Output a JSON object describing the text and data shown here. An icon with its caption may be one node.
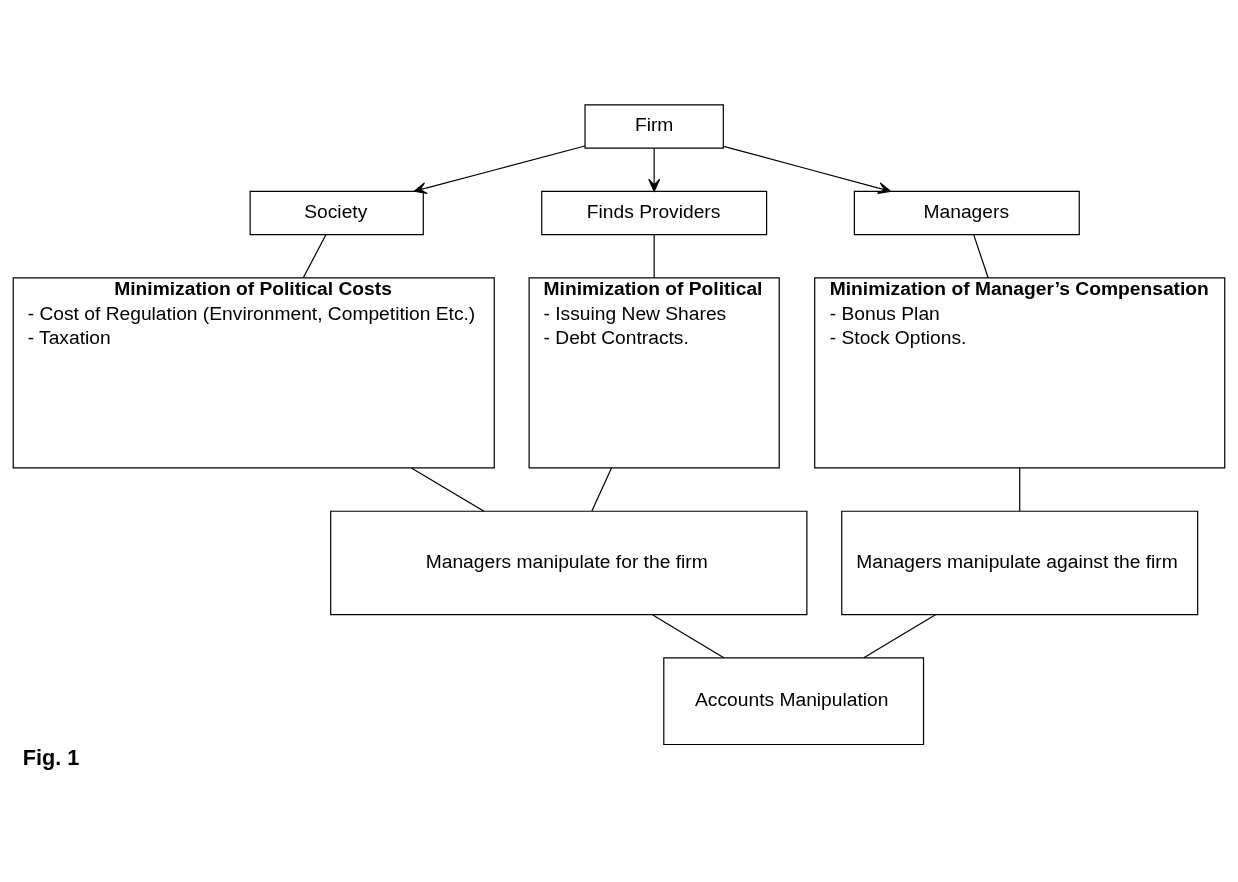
{
  "diagram": {
    "caption": "Fig. 1",
    "nodes": [
      {
        "text": [
          "Firm"
        ]
      },
      {
        "text": [
          "Society"
        ]
      },
      {
        "text": [
          "Finds Providers"
        ]
      },
      {
        "text": [
          "Managers"
        ]
      },
      {
        "text": [
          "Minimization of Political Costs",
          "- Cost of Regulation (Environment, Competition Etc.)",
          "- Taxation"
        ]
      },
      {
        "text": [
          "Minimization of Political",
          "- Issuing New Shares",
          "- Debt Contracts."
        ]
      },
      {
        "text": [
          "Minimization of Manager’s Compensation",
          "- Bonus Plan",
          "- Stock Options."
        ]
      },
      {
        "text": [
          "Managers manipulate for the firm"
        ]
      },
      {
        "text": [
          "Managers manipulate against the firm"
        ]
      },
      {
        "text": [
          "Accounts Manipulation"
        ]
      }
    ],
    "edges": [
      {
        "from": 0,
        "to": 1,
        "arrow": "to"
      },
      {
        "from": 0,
        "to": 2,
        "arrow": "to"
      },
      {
        "from": 0,
        "to": 3,
        "arrow": "to"
      },
      {
        "from": 1,
        "to": 4,
        "arrow": "none"
      },
      {
        "from": 2,
        "to": 5,
        "arrow": "none"
      },
      {
        "from": 3,
        "to": 6,
        "arrow": "none"
      },
      {
        "from": 4,
        "to": 7,
        "arrow": "none"
      },
      {
        "from": 5,
        "to": 7,
        "arrow": "none"
      },
      {
        "from": 6,
        "to": 8,
        "arrow": "none"
      },
      {
        "from": 7,
        "to": 9,
        "arrow": "none"
      },
      {
        "from": 8,
        "to": 9,
        "arrow": "none"
      }
    ]
  }
}
